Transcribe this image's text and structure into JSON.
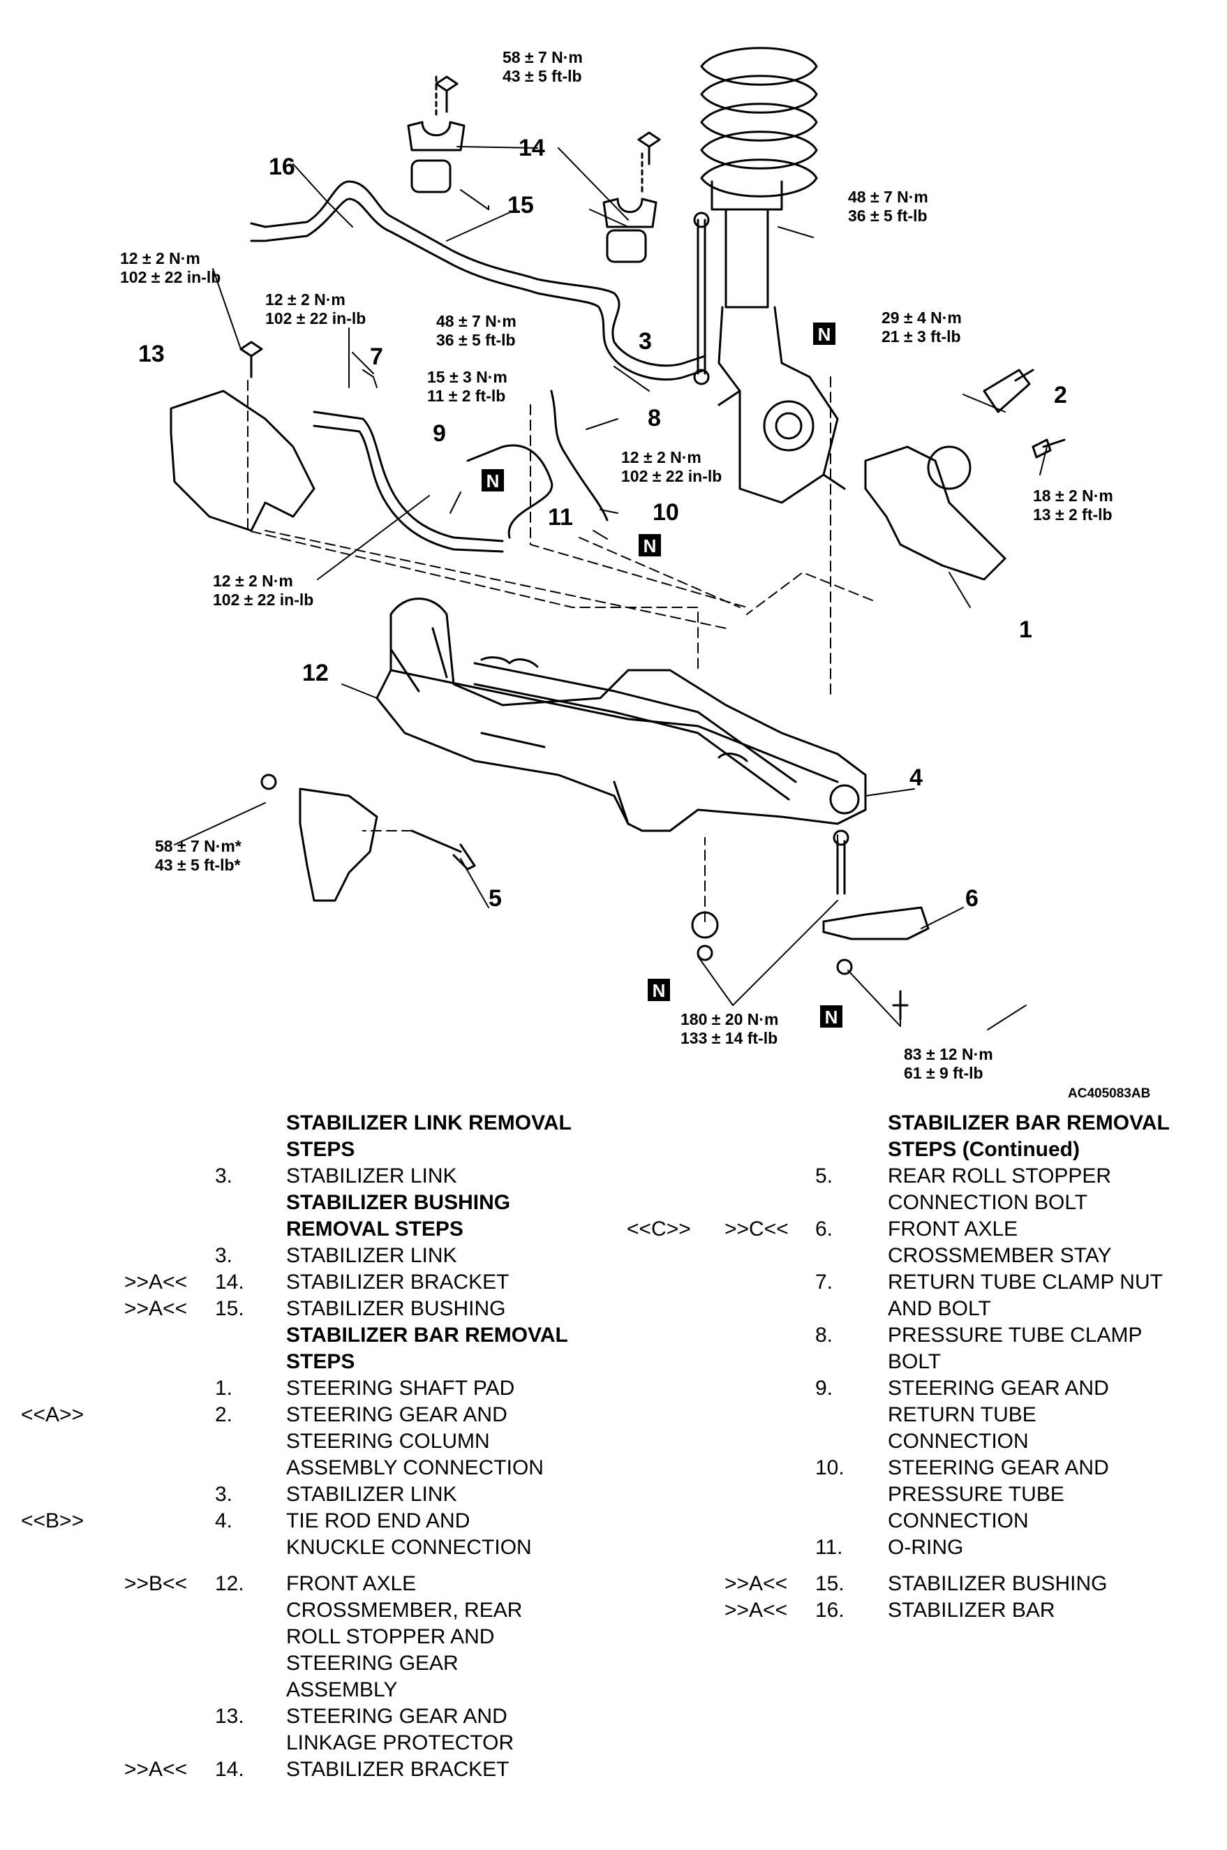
{
  "diagram": {
    "figure_code": "AC405083AB",
    "callouts": [
      "1",
      "2",
      "3",
      "4",
      "5",
      "6",
      "7",
      "8",
      "9",
      "10",
      "11",
      "12",
      "13",
      "14",
      "15",
      "16"
    ],
    "n_mark": "N",
    "torques": {
      "t_top": [
        "58 ± 7 N·m",
        "43 ± 5 ft-lb"
      ],
      "t_strut": [
        "48 ± 7 N·m",
        "36 ± 5 ft-lb"
      ],
      "t_link": [
        "48 ± 7 N·m",
        "36 ± 5 ft-lb"
      ],
      "t_knuckle": [
        "29 ± 4 N·m",
        "21 ± 3 ft-lb"
      ],
      "t_prot": [
        "12 ± 2 N·m",
        "102 ± 22 in-lb"
      ],
      "t_clamp7": [
        "12 ± 2 N·m",
        "102 ± 22 in-lb"
      ],
      "t_tube": [
        "15 ± 3 N·m",
        "11 ± 2 ft-lb"
      ],
      "t_bolt8": [
        "12 ± 2 N·m",
        "102 ± 22 in-lb"
      ],
      "t_shaft": [
        "18 ± 2 N·m",
        "13 ± 2 ft-lb"
      ],
      "t_clamp_lo": [
        "12 ± 2 N·m",
        "102 ± 22 in-lb"
      ],
      "t_stopper": [
        "58 ± 7 N·m*",
        "43 ± 5 ft-lb*"
      ],
      "t_cross": [
        "180 ± 20 N·m",
        "133 ± 14 ft-lb"
      ],
      "t_stay": [
        "83 ± 12 N·m",
        "61 ± 9 ft-lb"
      ]
    }
  },
  "left_column": [
    {
      "type": "heading",
      "lines": [
        "STABILIZER LINK REMOVAL",
        "STEPS"
      ]
    },
    {
      "type": "step",
      "ls": "",
      "rs": "",
      "num": "3.",
      "lines": [
        "STABILIZER LINK"
      ]
    },
    {
      "type": "heading",
      "lines": [
        "STABILIZER BUSHING",
        "REMOVAL STEPS"
      ]
    },
    {
      "type": "step",
      "ls": "",
      "rs": "",
      "num": "3.",
      "lines": [
        "STABILIZER LINK"
      ]
    },
    {
      "type": "step",
      "ls": "",
      "rs": ">>A<<",
      "num": "14.",
      "lines": [
        "STABILIZER BRACKET"
      ]
    },
    {
      "type": "step",
      "ls": "",
      "rs": ">>A<<",
      "num": "15.",
      "lines": [
        "STABILIZER BUSHING"
      ]
    },
    {
      "type": "heading",
      "lines": [
        "STABILIZER BAR REMOVAL",
        "STEPS"
      ]
    },
    {
      "type": "step",
      "ls": "",
      "rs": "",
      "num": "1.",
      "lines": [
        "STEERING SHAFT PAD"
      ]
    },
    {
      "type": "step",
      "ls": "<<A>>",
      "rs": "",
      "num": "2.",
      "lines": [
        "STEERING GEAR AND",
        "STEERING COLUMN",
        "ASSEMBLY CONNECTION"
      ]
    },
    {
      "type": "step",
      "ls": "",
      "rs": "",
      "num": "3.",
      "lines": [
        "STABILIZER LINK"
      ]
    },
    {
      "type": "step",
      "ls": "<<B>>",
      "rs": "",
      "num": "4.",
      "lines": [
        "TIE ROD END AND",
        "KNUCKLE CONNECTION"
      ]
    },
    {
      "type": "step",
      "ls": "",
      "rs": ">>B<<",
      "num": "12.",
      "lines": [
        "FRONT AXLE",
        "CROSSMEMBER, REAR",
        "ROLL STOPPER AND",
        "STEERING GEAR",
        "ASSEMBLY"
      ],
      "gap": true
    },
    {
      "type": "step",
      "ls": "",
      "rs": "",
      "num": "13.",
      "lines": [
        "STEERING GEAR AND",
        "LINKAGE PROTECTOR"
      ]
    },
    {
      "type": "step",
      "ls": "",
      "rs": ">>A<<",
      "num": "14.",
      "lines": [
        "STABILIZER BRACKET"
      ]
    }
  ],
  "right_column": [
    {
      "type": "heading",
      "lines": [
        "STABILIZER BAR REMOVAL",
        "STEPS (Continued)"
      ]
    },
    {
      "type": "step",
      "ls": "",
      "rs": "",
      "num": "5.",
      "lines": [
        "REAR ROLL STOPPER",
        "CONNECTION BOLT"
      ]
    },
    {
      "type": "step",
      "ls": "<<C>>",
      "rs": ">>C<<",
      "num": "6.",
      "lines": [
        "FRONT AXLE",
        "CROSSMEMBER STAY"
      ]
    },
    {
      "type": "step",
      "ls": "",
      "rs": "",
      "num": "7.",
      "lines": [
        "RETURN TUBE CLAMP NUT",
        "AND BOLT"
      ]
    },
    {
      "type": "step",
      "ls": "",
      "rs": "",
      "num": "8.",
      "lines": [
        "PRESSURE TUBE CLAMP",
        "BOLT"
      ]
    },
    {
      "type": "step",
      "ls": "",
      "rs": "",
      "num": "9.",
      "lines": [
        "STEERING GEAR AND",
        "RETURN TUBE",
        "CONNECTION"
      ]
    },
    {
      "type": "step",
      "ls": "",
      "rs": "",
      "num": "10.",
      "lines": [
        "STEERING GEAR AND",
        "PRESSURE TUBE",
        "CONNECTION"
      ]
    },
    {
      "type": "step",
      "ls": "",
      "rs": "",
      "num": "11.",
      "lines": [
        "O-RING"
      ]
    },
    {
      "type": "step",
      "ls": "",
      "rs": ">>A<<",
      "num": "15.",
      "lines": [
        "STABILIZER BUSHING"
      ],
      "gap": true
    },
    {
      "type": "step",
      "ls": "",
      "rs": ">>A<<",
      "num": "16.",
      "lines": [
        "STABILIZER BAR"
      ]
    }
  ]
}
